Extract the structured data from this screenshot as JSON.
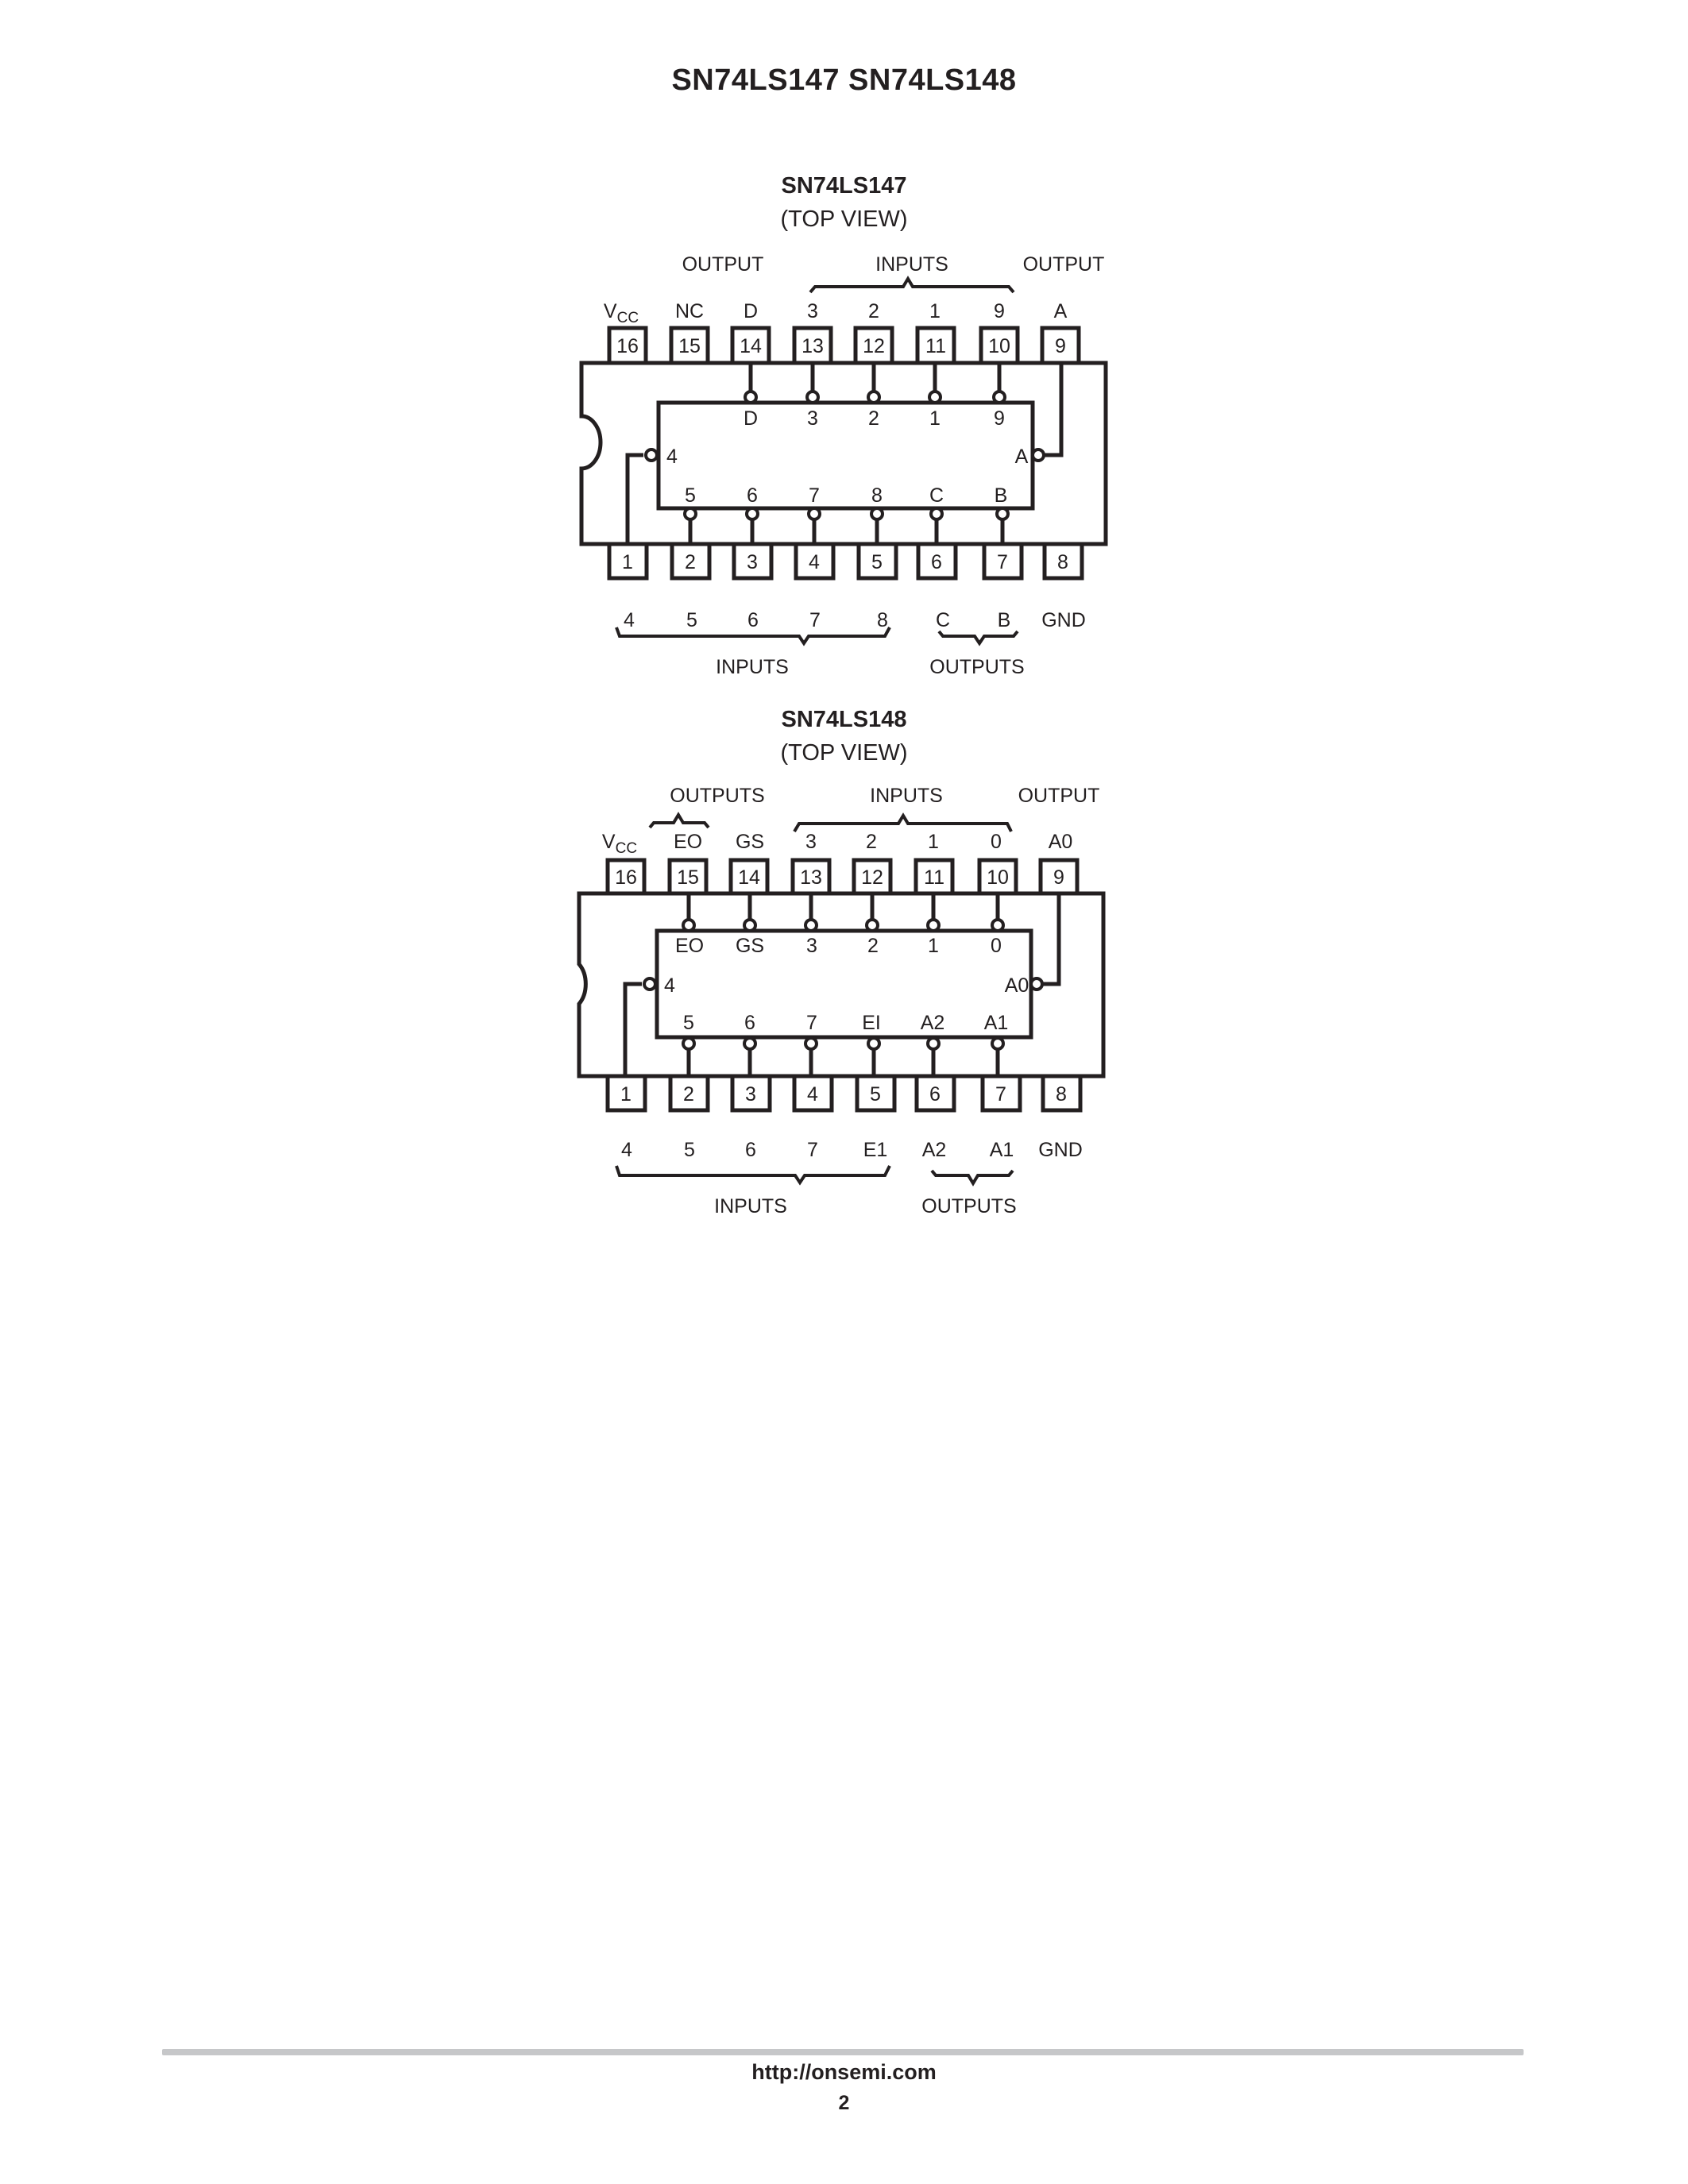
{
  "page": {
    "title": "SN74LS147 SN74LS148",
    "footer_url": "http://onsemi.com",
    "page_number": "2",
    "rule_color": "#c6c7c9",
    "ink_color": "#231f20"
  },
  "diagrams": [
    {
      "title": "SN74LS147",
      "subtitle": "(TOP VIEW)",
      "top_groups": [
        {
          "label": "OUTPUT",
          "brace": false
        },
        {
          "label": "INPUTS",
          "brace": true
        },
        {
          "label": "OUTPUT",
          "brace": false
        }
      ],
      "bottom_groups": [
        {
          "label": "INPUTS",
          "brace": true
        },
        {
          "label": "OUTPUTS",
          "brace": true
        }
      ],
      "top_pins": [
        {
          "number": "16",
          "label": "VCC",
          "inner_label": ""
        },
        {
          "number": "15",
          "label": "NC",
          "inner_label": ""
        },
        {
          "number": "14",
          "label": "D",
          "inner_label": "D"
        },
        {
          "number": "13",
          "label": "3",
          "inner_label": "3"
        },
        {
          "number": "12",
          "label": "2",
          "inner_label": "2"
        },
        {
          "number": "11",
          "label": "1",
          "inner_label": "1"
        },
        {
          "number": "10",
          "label": "9",
          "inner_label": "9"
        },
        {
          "number": "9",
          "label": "A",
          "inner_label": "A"
        }
      ],
      "bottom_pins": [
        {
          "number": "1",
          "label": "4",
          "inner_label": "4"
        },
        {
          "number": "2",
          "label": "5",
          "inner_label": "5"
        },
        {
          "number": "3",
          "label": "6",
          "inner_label": "6"
        },
        {
          "number": "4",
          "label": "7",
          "inner_label": "7"
        },
        {
          "number": "5",
          "label": "8",
          "inner_label": "8"
        },
        {
          "number": "6",
          "label": "C",
          "inner_label": "C"
        },
        {
          "number": "7",
          "label": "B",
          "inner_label": "B"
        },
        {
          "number": "8",
          "label": "GND",
          "inner_label": ""
        }
      ]
    },
    {
      "title": "SN74LS148",
      "subtitle": "(TOP VIEW)",
      "top_groups": [
        {
          "label": "OUTPUTS",
          "brace": true
        },
        {
          "label": "INPUTS",
          "brace": true
        },
        {
          "label": "OUTPUT",
          "brace": false
        }
      ],
      "bottom_groups": [
        {
          "label": "INPUTS",
          "brace": true
        },
        {
          "label": "OUTPUTS",
          "brace": true
        }
      ],
      "top_pins": [
        {
          "number": "16",
          "label": "VCC",
          "inner_label": ""
        },
        {
          "number": "15",
          "label": "EO",
          "inner_label": "EO"
        },
        {
          "number": "14",
          "label": "GS",
          "inner_label": "GS"
        },
        {
          "number": "13",
          "label": "3",
          "inner_label": "3"
        },
        {
          "number": "12",
          "label": "2",
          "inner_label": "2"
        },
        {
          "number": "11",
          "label": "1",
          "inner_label": "1"
        },
        {
          "number": "10",
          "label": "0",
          "inner_label": "0"
        },
        {
          "number": "9",
          "label": "A0",
          "inner_label": "A0"
        }
      ],
      "bottom_pins": [
        {
          "number": "1",
          "label": "4",
          "inner_label": "4"
        },
        {
          "number": "2",
          "label": "5",
          "inner_label": "5"
        },
        {
          "number": "3",
          "label": "6",
          "inner_label": "6"
        },
        {
          "number": "4",
          "label": "7",
          "inner_label": "7"
        },
        {
          "number": "5",
          "label": "E1",
          "inner_label": "EI"
        },
        {
          "number": "6",
          "label": "A2",
          "inner_label": "A2"
        },
        {
          "number": "7",
          "label": "A1",
          "inner_label": "A1"
        },
        {
          "number": "8",
          "label": "GND",
          "inner_label": ""
        }
      ]
    }
  ]
}
